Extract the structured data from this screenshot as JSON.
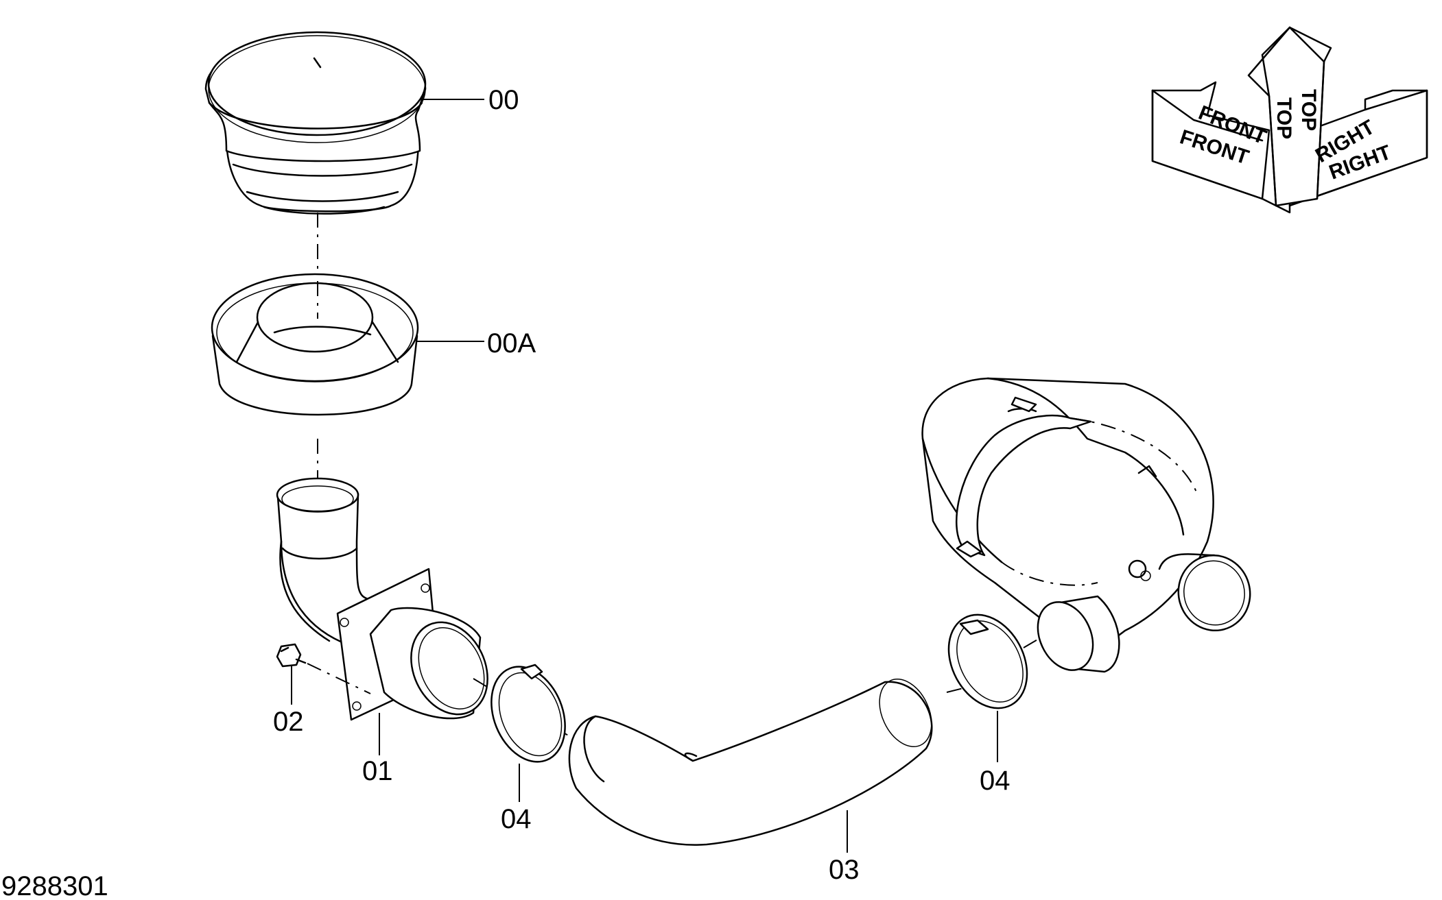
{
  "figure_number": "9288301",
  "orientation": {
    "front_label": "FRONT",
    "top_label": "TOP",
    "right_label": "RIGHT"
  },
  "callouts": {
    "cap": "00",
    "pre_cleaner": "00A",
    "elbow_pipe": "01",
    "bolt": "02",
    "hose": "03",
    "clamp_left": "04",
    "clamp_right": "04"
  }
}
